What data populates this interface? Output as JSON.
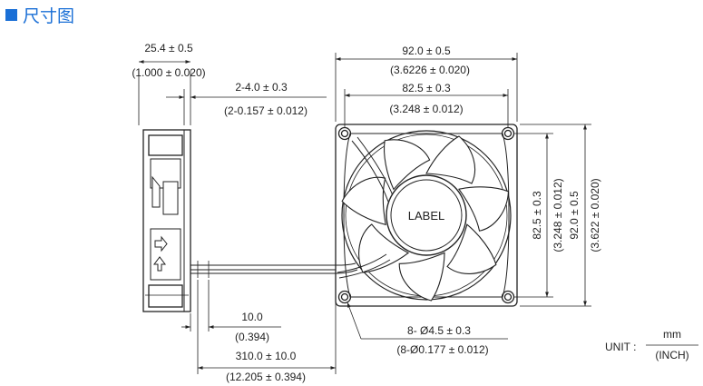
{
  "header": {
    "title": "尺寸图",
    "accent_color": "#1a6fd6"
  },
  "side_view": {
    "width_mm": "25.4 ± 0.5",
    "width_in": "(1.000 ± 0.020)",
    "flange_mm": "2-4.0 ± 0.3",
    "flange_in": "(2-0.157 ± 0.012)",
    "lead_strip_mm": "10.0",
    "lead_strip_in": "(0.394)",
    "lead_length_mm": "310.0 ± 10.0",
    "lead_length_in": "(12.205 ± 0.394)"
  },
  "front_view": {
    "outer_w_mm": "92.0 ± 0.5",
    "outer_w_in": "(3.6226 ± 0.020)",
    "hole_w_mm": "82.5 ± 0.3",
    "hole_w_in": "(3.248 ± 0.012)",
    "hole_h_mm": "82.5 ± 0.3",
    "hole_h_in": "(3.248 ± 0.012)",
    "outer_h_mm": "92.0 ± 0.5",
    "outer_h_in": "(3.622 ± 0.020)",
    "hole_dia_mm": "8- Ø4.5 ± 0.3",
    "hole_dia_in": "(8-Ø0.177 ± 0.012)",
    "hub_label": "LABEL"
  },
  "unit": {
    "prefix": "UNIT :",
    "numerator": "mm",
    "denominator": "(INCH)"
  }
}
